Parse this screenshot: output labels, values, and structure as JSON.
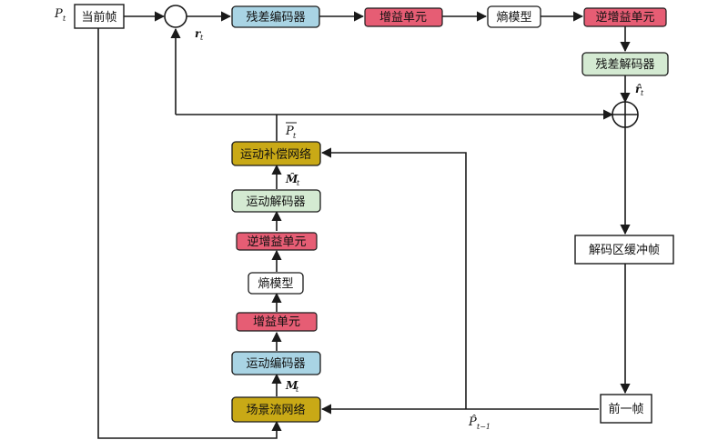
{
  "colors": {
    "white_box": "#ffffff",
    "blue_box": "#a9d4e4",
    "green_box": "#d4ead2",
    "red_box": "#e65d74",
    "gold_box": "#c9a916",
    "line": "#1a1a1a"
  },
  "labels": {
    "pt": "P",
    "pt_sub": "t",
    "rt": "r",
    "rt_sub": "t",
    "rt_hat": "r̂",
    "rt_hat_sub": "t",
    "pt_bar": "P",
    "pt_bar_sub": "t",
    "mt_hat": "M̂",
    "mt_hat_sub": "t",
    "mt": "M",
    "mt_sub": "t",
    "pt1_hat": "P̂",
    "pt1_sub": "t−1"
  },
  "boxes": {
    "current_frame": "当前帧",
    "residual_encoder": "残差编码器",
    "gain_unit_top": "增益单元",
    "entropy_model_top": "熵模型",
    "inverse_gain_top": "逆增益单元",
    "residual_decoder": "残差解码器",
    "decoded_buffer": "解码区缓冲帧",
    "previous_frame": "前一帧",
    "motion_comp": "运动补偿网络",
    "motion_decoder": "运动解码器",
    "inverse_gain_bottom": "逆增益单元",
    "entropy_model_bottom": "熵模型",
    "gain_unit_bottom": "增益单元",
    "motion_encoder": "运动编码器",
    "scene_flow": "场景流网络"
  }
}
